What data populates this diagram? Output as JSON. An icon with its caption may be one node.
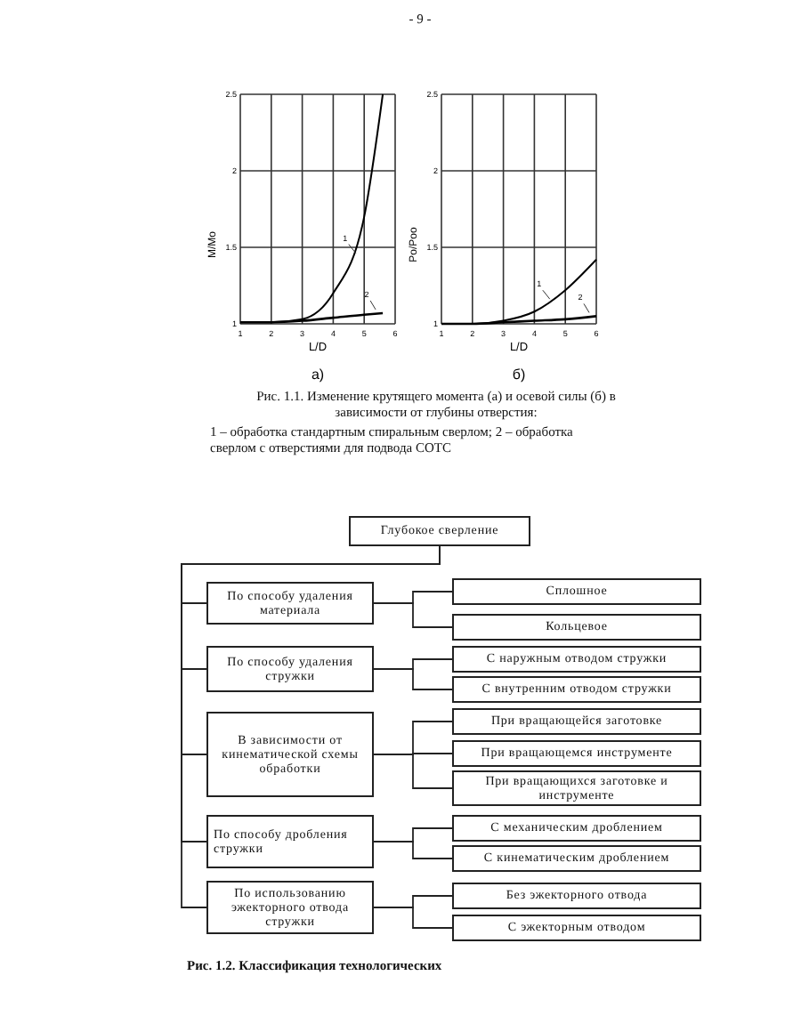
{
  "diagram": {
    "nodes": [
      {
        "text": [
          "Глубокое сверление"
        ]
      },
      {
        "text": [
          "По способу удаления материала"
        ]
      },
      {
        "text": [
          "Сплошное"
        ]
      },
      {
        "text": [
          "Кольцевое"
        ]
      },
      {
        "text": [
          "По способу удаления стружки"
        ]
      },
      {
        "text": [
          "С наружным отводом стружки"
        ]
      },
      {
        "text": [
          "С внутренним отводом стружки"
        ]
      },
      {
        "text": [
          "В зависимости от кинематической схемы обработки"
        ]
      },
      {
        "text": [
          "При вращающейся заготовке"
        ]
      },
      {
        "text": [
          "При вращающемся инструменте"
        ]
      },
      {
        "text": [
          "При вращающихся заготовке и инструменте"
        ]
      },
      {
        "text": [
          "По способу дробления стружки"
        ]
      },
      {
        "text": [
          "С механическим дроблением"
        ]
      },
      {
        "text": [
          "С кинематическим дроблением"
        ]
      },
      {
        "text": [
          "По использованию эжекторного отвода стружки"
        ]
      },
      {
        "text": [
          "Без эжекторного отвода"
        ]
      },
      {
        "text": [
          "С эжекторным отводом"
        ]
      }
    ],
    "edges": [
      {
        "from": 0,
        "to": 1,
        "arrow": "none"
      },
      {
        "from": 0,
        "to": 4,
        "arrow": "none"
      },
      {
        "from": 0,
        "to": 7,
        "arrow": "none"
      },
      {
        "from": 0,
        "to": 11,
        "arrow": "none"
      },
      {
        "from": 0,
        "to": 14,
        "arrow": "none"
      },
      {
        "from": 1,
        "to": 2,
        "arrow": "none"
      },
      {
        "from": 1,
        "to": 3,
        "arrow": "none"
      },
      {
        "from": 4,
        "to": 5,
        "arrow": "none"
      },
      {
        "from": 4,
        "to": 6,
        "arrow": "none"
      },
      {
        "from": 7,
        "to": 8,
        "arrow": "none"
      },
      {
        "from": 7,
        "to": 9,
        "arrow": "none"
      },
      {
        "from": 7,
        "to": 10,
        "arrow": "none"
      },
      {
        "from": 11,
        "to": 12,
        "arrow": "none"
      },
      {
        "from": 11,
        "to": 13,
        "arrow": "none"
      },
      {
        "from": 14,
        "to": 15,
        "arrow": "none"
      },
      {
        "from": 14,
        "to": 16,
        "arrow": "none"
      }
    ],
    "labels": [
      "- 9 -",
      "Рис. 1.1. Изменение крутящего момента (а) и осевой силы (б) в зависимости от глубины отверстия:",
      "1 – обработка стандартным спиральным сверлом; 2 – обработка сверлом с отверстиями для подвода СОТС",
      "Рис. 1.2. Классификация технологических"
    ],
    "chart_data": [
      {
        "type": "line",
        "title": "а)",
        "xlabel": "L/D",
        "ylabel": "M/Mo",
        "grid": true,
        "x": [
          1,
          2,
          3,
          4,
          5,
          5.6
        ],
        "xlim": [
          1,
          6
        ],
        "ylim": [
          1,
          2.5
        ],
        "xticks": [
          1,
          2,
          3,
          4,
          5,
          6
        ],
        "yticks": [
          1,
          1.5,
          2,
          2.5
        ],
        "series": [
          {
            "name": "1",
            "color": "#000000",
            "values": [
              1.01,
              1.01,
              1.03,
              1.2,
              1.7,
              2.5
            ]
          },
          {
            "name": "2",
            "color": "#000000",
            "values": [
              1.01,
              1.01,
              1.02,
              1.04,
              1.06,
              1.07
            ]
          }
        ]
      },
      {
        "type": "line",
        "title": "б)",
        "xlabel": "L/D",
        "ylabel": "Po/Poo",
        "grid": true,
        "x": [
          1,
          2,
          3,
          4,
          5,
          6
        ],
        "xlim": [
          1,
          6
        ],
        "ylim": [
          1,
          2.5
        ],
        "xticks": [
          1,
          2,
          3,
          4,
          5,
          6
        ],
        "yticks": [
          1,
          1.5,
          2,
          2.5
        ],
        "series": [
          {
            "name": "1",
            "color": "#000000",
            "values": [
              1.0,
              1.0,
              1.02,
              1.08,
              1.22,
              1.42
            ]
          },
          {
            "name": "2",
            "color": "#000000",
            "values": [
              1.0,
              1.0,
              1.01,
              1.02,
              1.03,
              1.05
            ]
          }
        ]
      }
    ]
  }
}
